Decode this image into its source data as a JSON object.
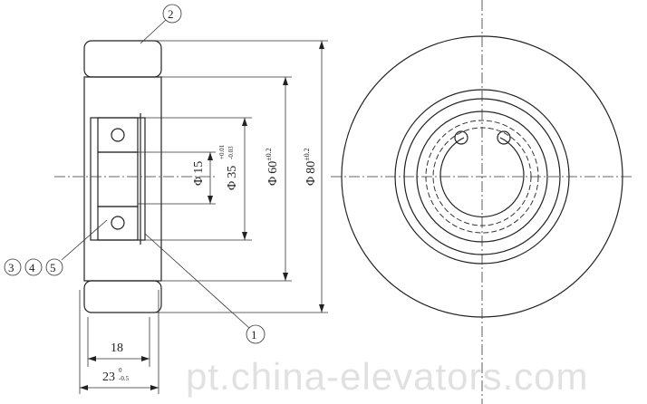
{
  "drawing": {
    "callouts": {
      "top": "2",
      "right": "1",
      "left": [
        "3",
        "4",
        "5"
      ]
    },
    "dimensions": {
      "bore": {
        "symbol": "Φ",
        "value": "15",
        "tol": ""
      },
      "bearing": {
        "symbol": "Φ",
        "value": "35",
        "tol_upper": "+0.01",
        "tol_lower": "-0.03"
      },
      "hub": {
        "symbol": "Φ",
        "value": "60",
        "tol": "±0.2"
      },
      "outer": {
        "symbol": "Φ",
        "value": "80",
        "tol": "±0.2"
      },
      "hub_width": {
        "value": "18"
      },
      "total_width": {
        "value": "23",
        "tol_upper": "0",
        "tol_lower": "-0.5"
      }
    },
    "watermark": "pt.china-elevators.com"
  }
}
